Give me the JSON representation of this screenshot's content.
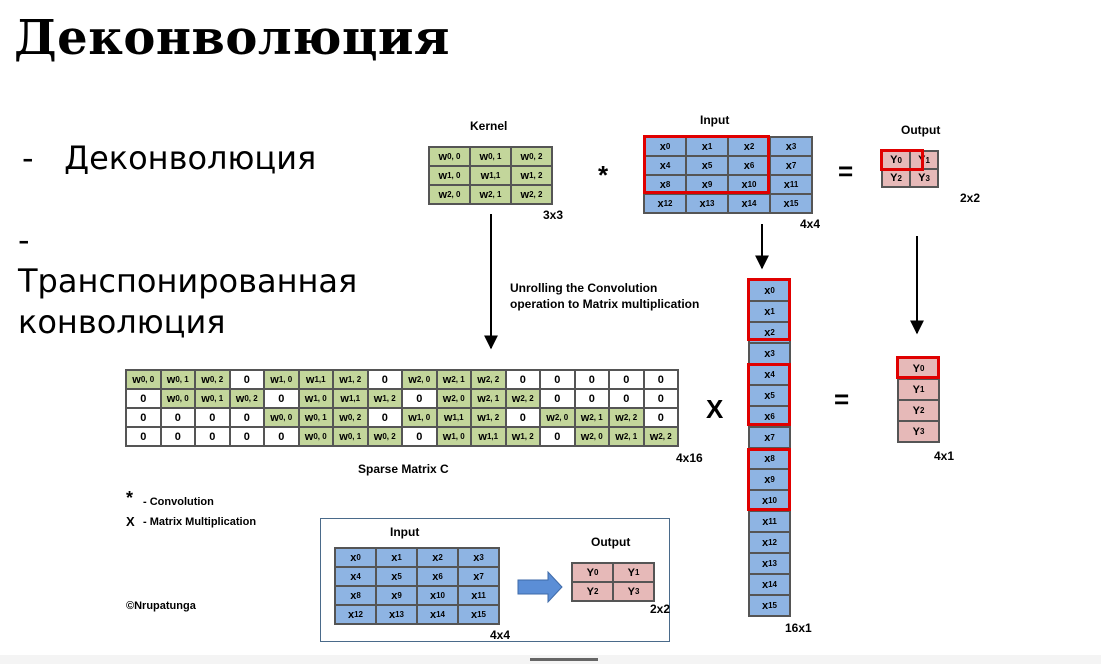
{
  "title": "Деконволюция",
  "bullets": [
    {
      "dash": "-",
      "text": "Деконволюция"
    },
    {
      "dash": "-",
      "lines": [
        "Транспонированная",
        "конволюция"
      ]
    }
  ],
  "diagram": {
    "kernel_label": "Kernel",
    "kernel": [
      [
        "w0, 0",
        "w0, 1",
        "w0, 2"
      ],
      [
        "w1, 0",
        "w1,1",
        "w1, 2"
      ],
      [
        "w2, 0",
        "w2, 1",
        "w2, 2"
      ]
    ],
    "kernel_size": "3x3",
    "conv_symbol": "*",
    "input_label": "Input",
    "input": [
      [
        "x0",
        "x1",
        "x2",
        "x3"
      ],
      [
        "x4",
        "x5",
        "x6",
        "x7"
      ],
      [
        "x8",
        "x9",
        "x10",
        "x11"
      ],
      [
        "x12",
        "x13",
        "x14",
        "x15"
      ]
    ],
    "input_size": "4x4",
    "equals": "=",
    "output_label": "Output",
    "output": [
      [
        "Y0",
        "Y1"
      ],
      [
        "Y2",
        "Y3"
      ]
    ],
    "output_size": "2x2",
    "unroll_text": [
      "Unrolling the Convolution",
      "operation to Matrix multiplication"
    ],
    "sparse": [
      [
        "w0, 0",
        "w0, 1",
        "w0, 2",
        "0",
        "w1, 0",
        "w1,1",
        "w1, 2",
        "0",
        "w2, 0",
        "w2, 1",
        "w2, 2",
        "0",
        "0",
        "0",
        "0",
        "0"
      ],
      [
        "0",
        "w0, 0",
        "w0, 1",
        "w0, 2",
        "0",
        "w1, 0",
        "w1,1",
        "w1, 2",
        "0",
        "w2, 0",
        "w2, 1",
        "w2, 2",
        "0",
        "0",
        "0",
        "0"
      ],
      [
        "0",
        "0",
        "0",
        "0",
        "w0, 0",
        "w0, 1",
        "w0, 2",
        "0",
        "w1, 0",
        "w1,1",
        "w1, 2",
        "0",
        "w2, 0",
        "w2, 1",
        "w2, 2",
        "0"
      ],
      [
        "0",
        "0",
        "0",
        "0",
        "0",
        "w0, 0",
        "w0, 1",
        "w0, 2",
        "0",
        "w1, 0",
        "w1,1",
        "w1, 2",
        "0",
        "w2, 0",
        "w2, 1",
        "w2, 2"
      ]
    ],
    "sparse_label": "Sparse Matrix C",
    "sparse_size": "4x16",
    "mult_symbol": "X",
    "vector": [
      "x0",
      "x1",
      "x2",
      "x3",
      "x4",
      "x5",
      "x6",
      "x7",
      "x8",
      "x9",
      "x10",
      "x11",
      "x12",
      "x13",
      "x14",
      "x15"
    ],
    "vector_size": "16x1",
    "out_vector": [
      "Y0",
      "Y1",
      "Y2",
      "Y3"
    ],
    "out_vector_size": "4x1",
    "legend": [
      {
        "sym": "*",
        "text": "-  Convolution"
      },
      {
        "sym": "X",
        "text": "-   Matrix Multiplication"
      }
    ],
    "inset": {
      "input_label": "Input",
      "input_size": "4x4",
      "output_label": "Output",
      "output_size": "2x2",
      "credit": "©Nrupatunga"
    },
    "colors": {
      "kernel": "#c3d69b",
      "input": "#8eb4e3",
      "output": "#e6b9b8",
      "highlight": "#e00000"
    }
  }
}
